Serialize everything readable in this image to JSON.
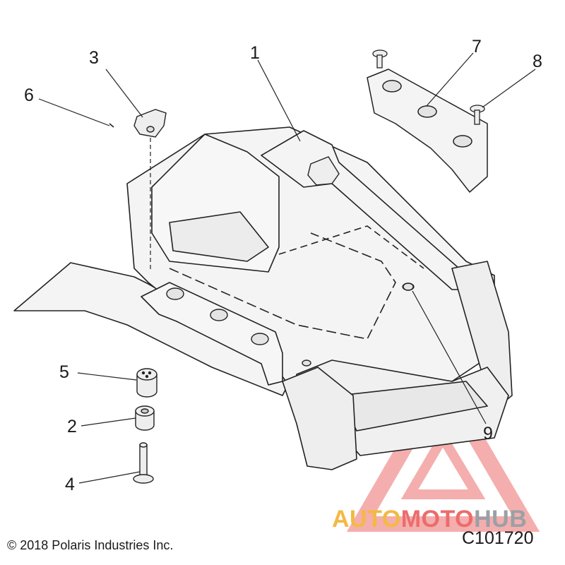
{
  "callouts": [
    "1",
    "2",
    "3",
    "4",
    "5",
    "6",
    "7",
    "8",
    "9"
  ],
  "copyright": "© 2018 Polaris Industries Inc.",
  "diagram_code": "C101720",
  "watermark": {
    "part_1": "AUTO",
    "part_2": "MOTO",
    "part_3": "HUB"
  },
  "colors": {
    "line": "#222222",
    "part_fill": "#f4f4f4",
    "watermark_red": "#ec6c6c",
    "watermark_yellow": "#f4b942",
    "watermark_gray": "#9aa0a6"
  }
}
